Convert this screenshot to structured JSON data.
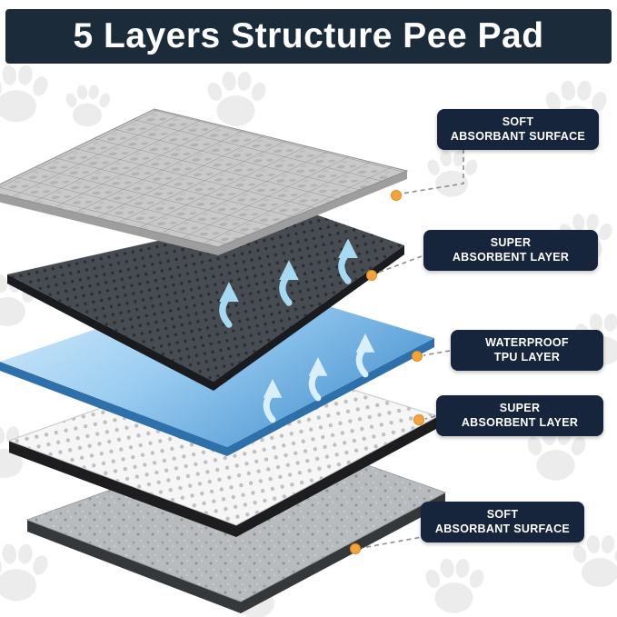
{
  "title": "5 Layers Structure Pee Pad",
  "callouts": [
    {
      "line1": "SOFT",
      "line2": "ABSORBANT SURFACE"
    },
    {
      "line1": "SUPER",
      "line2": "ABSORBENT LAYER"
    },
    {
      "line1": "WATERPROOF",
      "line2": "TPU LAYER"
    },
    {
      "line1": "SUPER",
      "line2": "ABSORBENT LAYER"
    },
    {
      "line1": "SOFT",
      "line2": "ABSORBANT SURFACE"
    }
  ],
  "layers": [
    {
      "name": "soft-absorbant-surface-top",
      "texture": "quilted-fabric"
    },
    {
      "name": "super-absorbent-layer-upper",
      "texture": "dark-dotted"
    },
    {
      "name": "waterproof-tpu-layer",
      "texture": "blue-film"
    },
    {
      "name": "super-absorbent-layer-lower",
      "texture": "white-dotted"
    },
    {
      "name": "soft-absorbant-surface-bottom",
      "texture": "gray-speckled"
    }
  ],
  "colors": {
    "banner_bg": "#1c2b3a",
    "callout_bg": "#16243c",
    "callout_text": "#ffffff",
    "connector_dot": "#f5a43b",
    "connector_line": "#8c8c8c",
    "arrow_blue": "#a6d9f2",
    "tpu_blue": "#4f97d3",
    "paw_print": "#ececec"
  }
}
